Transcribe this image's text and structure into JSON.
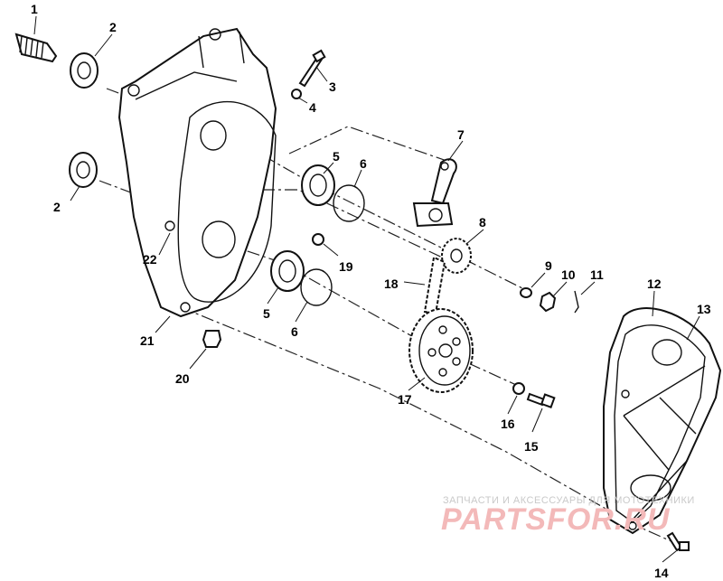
{
  "callouts": [
    "1",
    "2",
    "2",
    "3",
    "4",
    "5",
    "6",
    "7",
    "8",
    "9",
    "10",
    "11",
    "12",
    "13",
    "18",
    "19",
    "22",
    "5",
    "6",
    "21",
    "20",
    "17",
    "16",
    "15",
    "14"
  ],
  "watermark": {
    "caption": "ЗАПЧАСТИ И АКСЕССУАРЫ ДЛЯ МОТОТЕХНИКИ",
    "logo": "PARTSFOR.RU",
    "logo_color": "#f3b9b9"
  }
}
